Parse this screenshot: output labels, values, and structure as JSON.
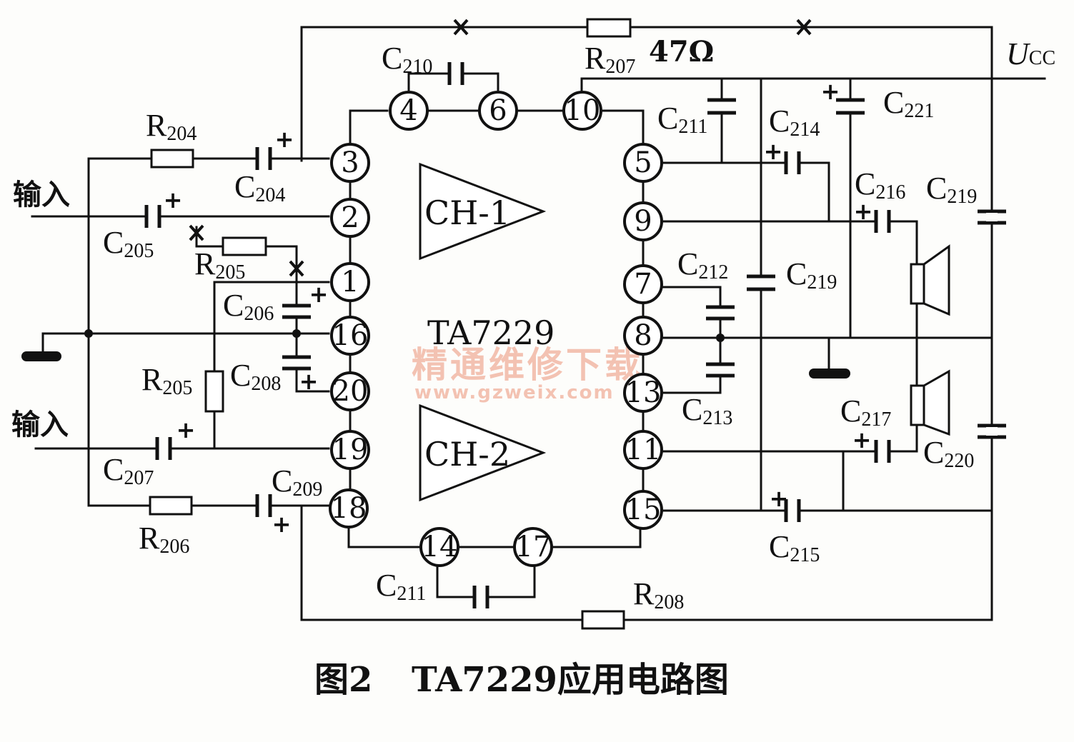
{
  "figure": {
    "chip_name": "TA7229",
    "caption_number": "图2",
    "caption_text": "TA7229应用电路图",
    "channel_1": "CH-1",
    "channel_2": "CH-2",
    "supply": {
      "main": "U",
      "sub": "CC"
    },
    "input_label": "输入",
    "r207_value": "47Ω",
    "plus_sign": "+",
    "watermark": {
      "line1": "精通维修下载",
      "line2": "www.gzweix.com"
    }
  },
  "pins": [
    "3",
    "2",
    "1",
    "16",
    "20",
    "19",
    "18",
    "4",
    "6",
    "10",
    "5",
    "9",
    "7",
    "8",
    "13",
    "11",
    "15",
    "14",
    "17"
  ],
  "components": {
    "R204": {
      "main": "R",
      "sub": "204"
    },
    "R205": {
      "main": "R",
      "sub": "205"
    },
    "R206": {
      "main": "R",
      "sub": "206"
    },
    "R207": {
      "main": "R",
      "sub": "207"
    },
    "R208": {
      "main": "R",
      "sub": "208"
    },
    "C204": {
      "main": "C",
      "sub": "204"
    },
    "C205": {
      "main": "C",
      "sub": "205"
    },
    "C206": {
      "main": "C",
      "sub": "206"
    },
    "C207": {
      "main": "C",
      "sub": "207"
    },
    "C208": {
      "main": "C",
      "sub": "208"
    },
    "C209": {
      "main": "C",
      "sub": "209"
    },
    "C210": {
      "main": "C",
      "sub": "210"
    },
    "C211": {
      "main": "C",
      "sub": "211"
    },
    "C212": {
      "main": "C",
      "sub": "212"
    },
    "C213": {
      "main": "C",
      "sub": "213"
    },
    "C214": {
      "main": "C",
      "sub": "214"
    },
    "C215": {
      "main": "C",
      "sub": "215"
    },
    "C216": {
      "main": "C",
      "sub": "216"
    },
    "C217": {
      "main": "C",
      "sub": "217"
    },
    "C219": {
      "main": "C",
      "sub": "219"
    },
    "C220": {
      "main": "C",
      "sub": "220"
    },
    "C221": {
      "main": "C",
      "sub": "221"
    }
  }
}
